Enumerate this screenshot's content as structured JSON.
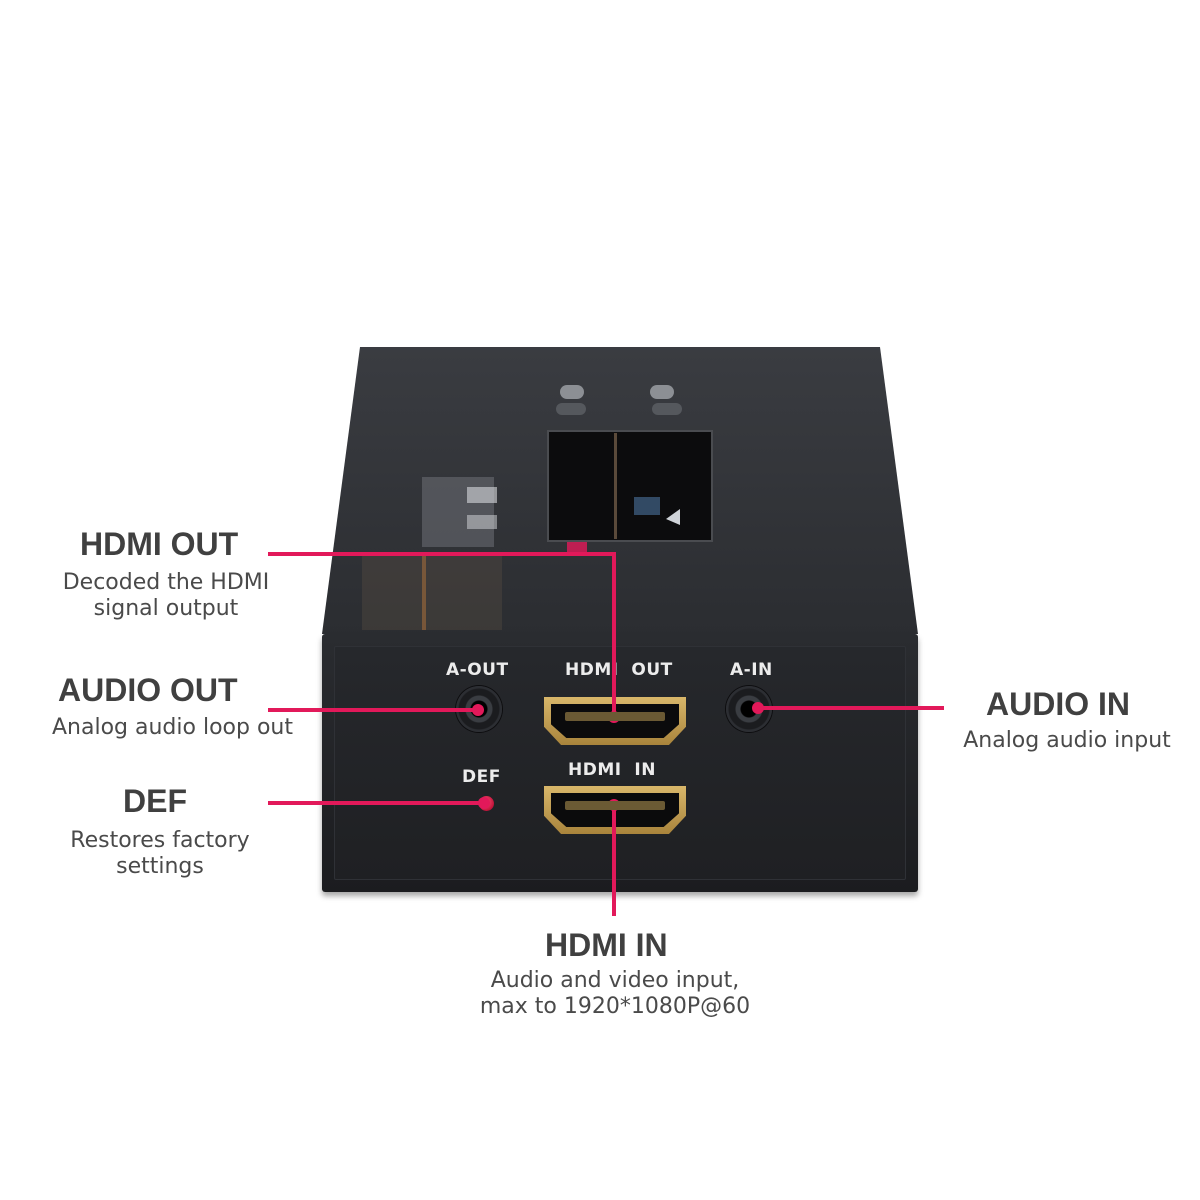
{
  "device": {
    "ports": {
      "a_out": "A-OUT",
      "hdmi_out": "HDMI  OUT",
      "a_in": "A-IN",
      "def": "DEF",
      "hdmi_in": "HDMI  IN"
    }
  },
  "callouts": {
    "hdmi_out": {
      "title": "HDMI OUT",
      "desc": "Decoded the HDMI\nsignal output"
    },
    "audio_out": {
      "title": "AUDIO OUT",
      "desc": "Analog audio loop out"
    },
    "def": {
      "title": "DEF",
      "desc": "Restores factory\nsettings"
    },
    "audio_in": {
      "title": "AUDIO IN",
      "desc": "Analog audio input"
    },
    "hdmi_in": {
      "title": "HDMI IN",
      "desc": "Audio and video input,\nmax to 1920*1080P@60"
    }
  },
  "colors": {
    "accent": "#e2195a",
    "device_body": "#1f2023",
    "connector_gold": "#c9a458",
    "label_text": "#404040"
  }
}
